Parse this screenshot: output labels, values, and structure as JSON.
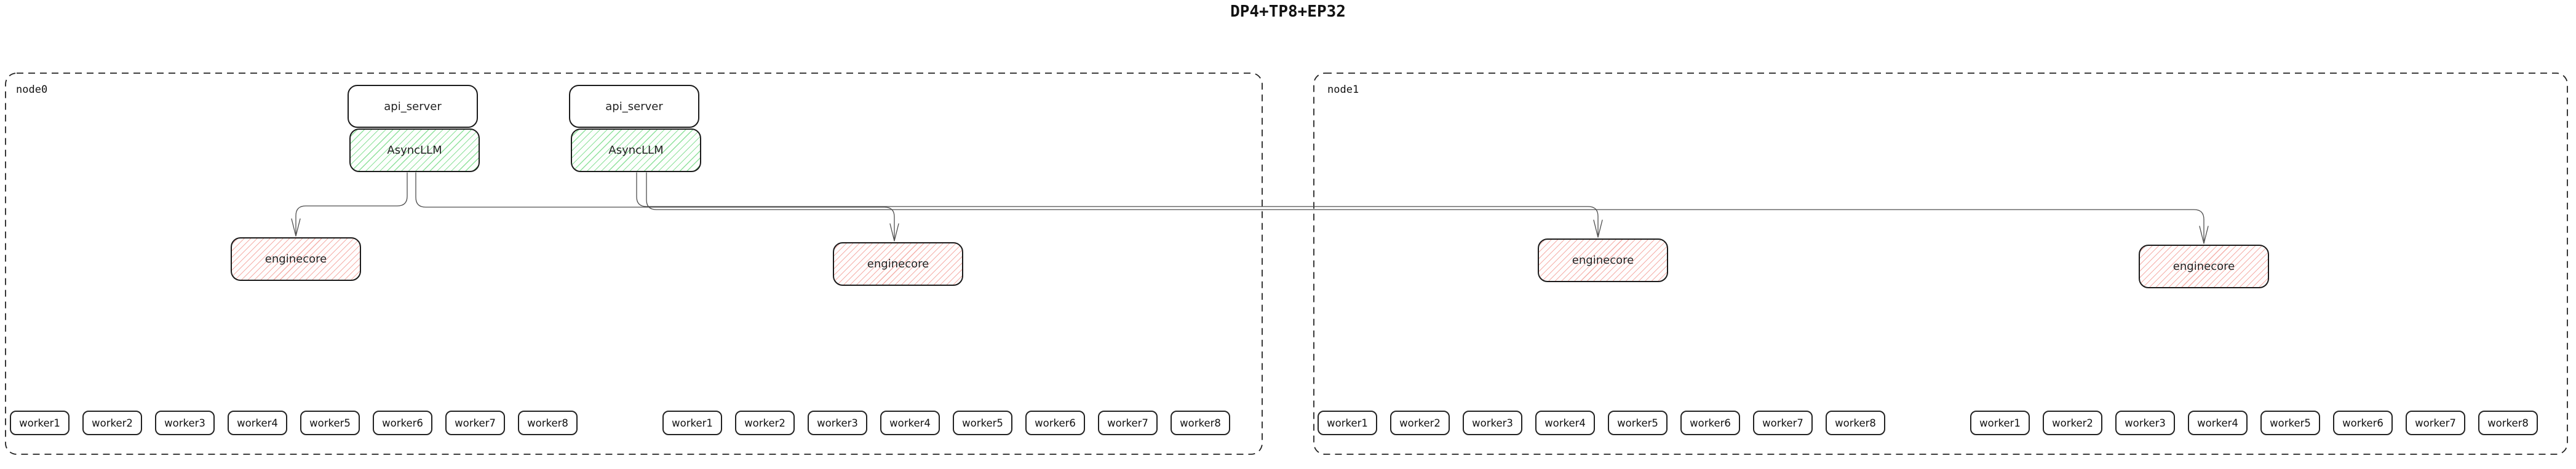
{
  "title": "DP4+TP8+EP32",
  "nodes": [
    {
      "label": "node0"
    },
    {
      "label": "node1"
    }
  ],
  "labels": {
    "api_server": "api_server",
    "async_llm": "AsyncLLM",
    "enginecore": "enginecore"
  },
  "workers": [
    "worker1",
    "worker2",
    "worker3",
    "worker4",
    "worker5",
    "worker6",
    "worker7",
    "worker8"
  ],
  "colors": {
    "async_hatch": "#8fe19c",
    "engine_hatch": "#f5b0aa",
    "box_border": "#1a1a1a",
    "node_border": "#222222",
    "edge_line": "#4d4d4d"
  },
  "diagram": {
    "edges": [
      {
        "from": "asyncllm-0",
        "to": "enginecore-0"
      },
      {
        "from": "asyncllm-0",
        "to": "enginecore-1"
      },
      {
        "from": "asyncllm-1",
        "to": "enginecore-2"
      },
      {
        "from": "asyncllm-1",
        "to": "enginecore-3"
      }
    ],
    "node0_children": [
      "api_server-0",
      "asyncllm-0",
      "api_server-1",
      "asyncllm-1",
      "enginecore-0",
      "enginecore-1",
      "worker-group-0",
      "worker-group-1"
    ],
    "node1_children": [
      "enginecore-2",
      "enginecore-3",
      "worker-group-2",
      "worker-group-3"
    ]
  }
}
